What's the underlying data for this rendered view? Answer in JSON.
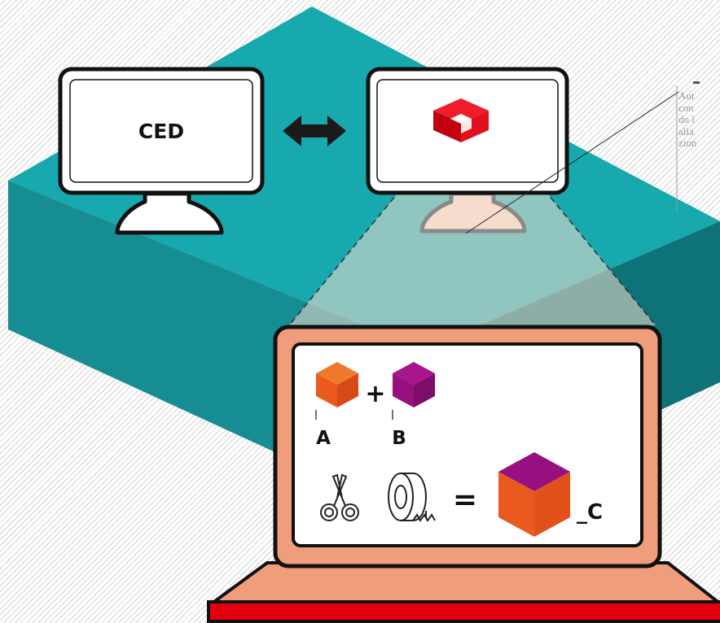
{
  "colors": {
    "teal_top": "#17a9ae",
    "teal_left": "#168d92",
    "teal_right": "#0e7378",
    "laptop_body": "#f09d7c",
    "laptop_base_edge": "#e2000f",
    "cube_orange": "#ea5a1f",
    "cube_purple": "#96117f",
    "logo_red": "#e2101f",
    "beam": "#f8d8c8",
    "dark": "#1a1a1a"
  },
  "monitors": {
    "left_label": "CED",
    "link_icon": "double-arrow-icon",
    "right_logo": "red-logo-icon"
  },
  "laptop": {
    "label_a": "A",
    "label_b": "B",
    "plus": "+",
    "equals": "=",
    "label_c": "_C",
    "tools": [
      "scissors-icon",
      "tape-roll-icon"
    ]
  },
  "side_note": {
    "lines": [
      "Aut",
      "con",
      "do l",
      "alla",
      "zion"
    ]
  }
}
